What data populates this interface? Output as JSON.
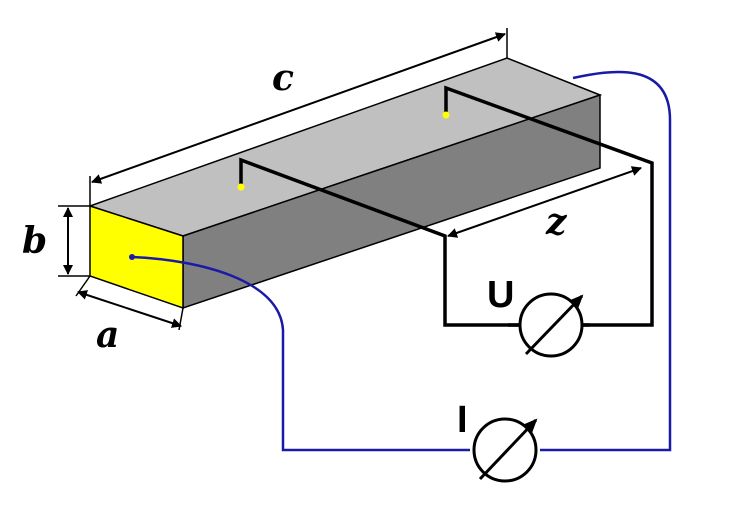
{
  "labels": {
    "c": "c",
    "b": "b",
    "a": "a",
    "z": "z",
    "U": "U",
    "I": "I"
  },
  "colors": {
    "top_face": "#c0c0c0",
    "side_face": "#808080",
    "end_face": "#ffff00",
    "wire": "#1a1aa8",
    "probe": "#000000",
    "contact_dot": "#ffff00"
  },
  "icons": [
    "voltmeter-icon",
    "ammeter-icon"
  ]
}
